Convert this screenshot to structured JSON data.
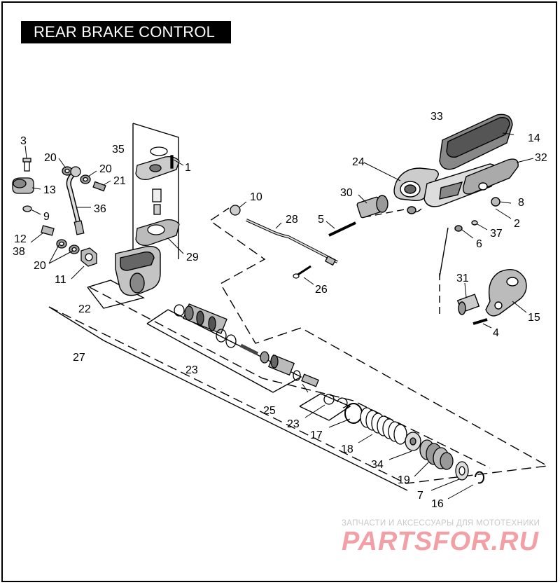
{
  "title": "REAR BRAKE CONTROL",
  "watermark": {
    "subtitle": "ЗАПЧАСТИ И АКСЕССУАРЫ ДЛЯ МОТОТЕХНИКИ",
    "logo": "PARTSFOR.RU"
  },
  "callouts": [
    "1",
    "2",
    "3",
    "4",
    "5",
    "6",
    "7",
    "8",
    "9",
    "10",
    "11",
    "12",
    "13",
    "14",
    "15",
    "16",
    "17",
    "18",
    "19",
    "20",
    "21",
    "22",
    "23",
    "24",
    "25",
    "26",
    "27",
    "28",
    "29",
    "30",
    "31",
    "32",
    "33",
    "34",
    "35",
    "36",
    "37",
    "38"
  ]
}
